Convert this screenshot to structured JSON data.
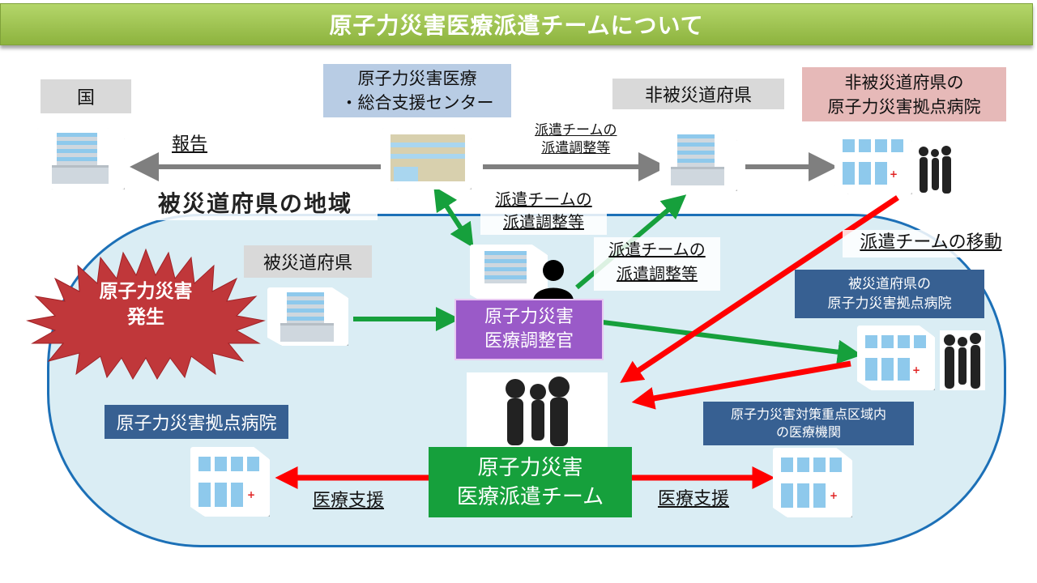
{
  "title": "原子力災害医療派遣チームについて",
  "region_label": "被災道府県の地域",
  "labels": {
    "kuni": "国",
    "center_line1": "原子力災害医療",
    "center_line2": "・総合支援センター",
    "non_affected_pref": "非被災道府県",
    "non_affected_hosp_line1": "非被災道府県の",
    "non_affected_hosp_line2": "原子力災害拠点病院",
    "affected_pref": "被災道府県",
    "affected_hosp_line1": "被災道府県の",
    "affected_hosp_line2": "原子力災害拠点病院",
    "base_hosp": "原子力災害拠点病院",
    "priority_zone_line1": "原子力災害対策重点区域内",
    "priority_zone_line2": "の医療機関"
  },
  "arrow_labels": {
    "report": "報告",
    "dispatch_top_line1": "派遣チームの",
    "dispatch_top_line2": "派遣調整等",
    "dispatch_mid_line1": "派遣チームの",
    "dispatch_mid_line2": "派遣調整等",
    "dispatch_right_line1": "派遣チームの",
    "dispatch_right_line2": "派遣調整等",
    "team_movement": "派遣チームの移動",
    "medical_support_left": "医療支援",
    "medical_support_right": "医療支援"
  },
  "disaster": {
    "line1": "原子力災害",
    "line2": "発生"
  },
  "coordinator": {
    "line1": "原子力災害",
    "line2": "医療調整官"
  },
  "team": {
    "line1": "原子力災害",
    "line2": "医療派遣チーム"
  },
  "colors": {
    "title_green": "#8db33e",
    "region_border": "#1c70b7",
    "region_fill": "#daedf4",
    "arrow_gray": "#7f7f7f",
    "arrow_green": "#16a03c",
    "arrow_red": "#ff0000",
    "coordinator_purple": "#9a5ac8",
    "team_green": "#16a03c",
    "navy_label": "#376092"
  }
}
